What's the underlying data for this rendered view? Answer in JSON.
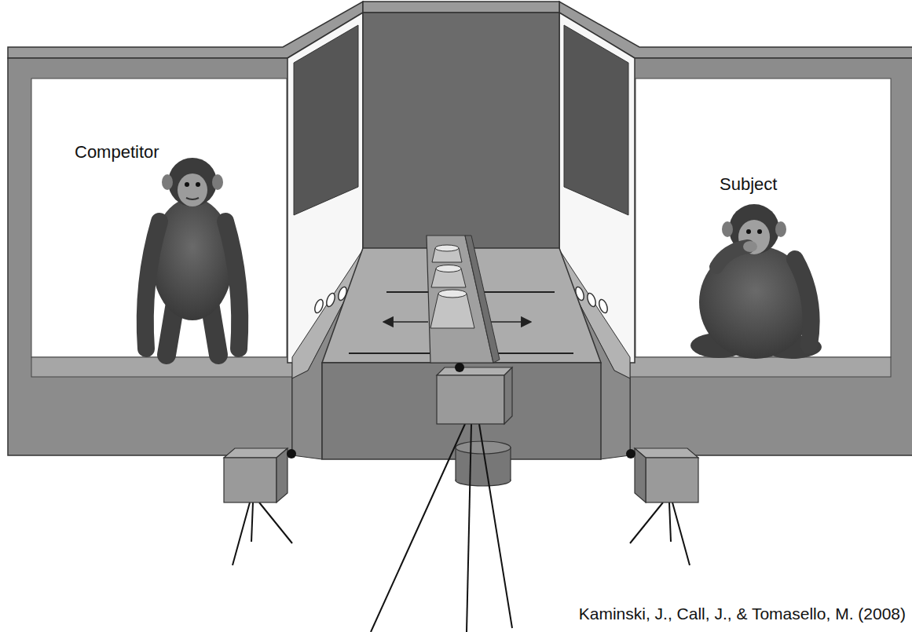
{
  "diagram": {
    "labels": [
      "Competitor",
      "Subject",
      "Kaminski, J., Call, J., & Tomasello, M. (2008)"
    ]
  }
}
